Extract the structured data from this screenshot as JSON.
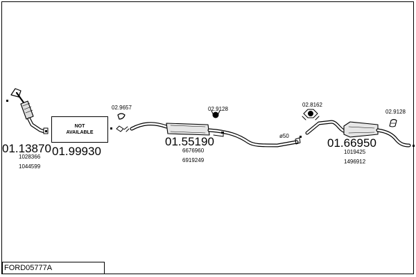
{
  "title": "FORD05777A",
  "not_available": [
    "NOT",
    "AVAILABLE"
  ],
  "parts": {
    "p1": {
      "number": "01.13870",
      "refs": [
        "1028366",
        "1044599"
      ]
    },
    "p2": {
      "number": "01.99930"
    },
    "p3": {
      "number": "01.55190",
      "refs": [
        "6676960",
        "6919249"
      ]
    },
    "p4": {
      "number": "01.66950",
      "refs": [
        "1019425",
        "1496912"
      ]
    }
  },
  "fittings": {
    "f1": "02.9657",
    "f2": "02.9128",
    "f3": "02.8162",
    "f4": "02.9128"
  },
  "diameter": "ø50"
}
